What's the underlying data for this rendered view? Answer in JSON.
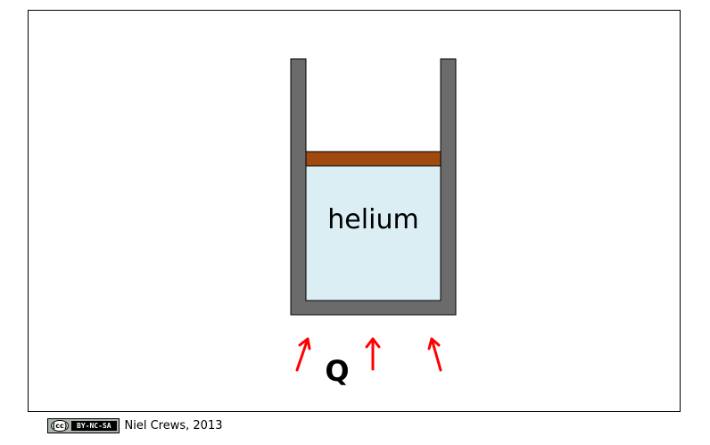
{
  "diagram": {
    "gas_label": "helium",
    "heat_label": "Q",
    "colors": {
      "container_wall": "#6b6b6b",
      "piston": "#a04a10",
      "gas": "#daeef4",
      "heat_arrow": "#ff0000",
      "frame_border": "#000000"
    },
    "arrow_count": 3
  },
  "credit": {
    "license_logo": "(cc)",
    "license_terms": "BY-NC-SA",
    "author_year": "Niel Crews, 2013"
  }
}
